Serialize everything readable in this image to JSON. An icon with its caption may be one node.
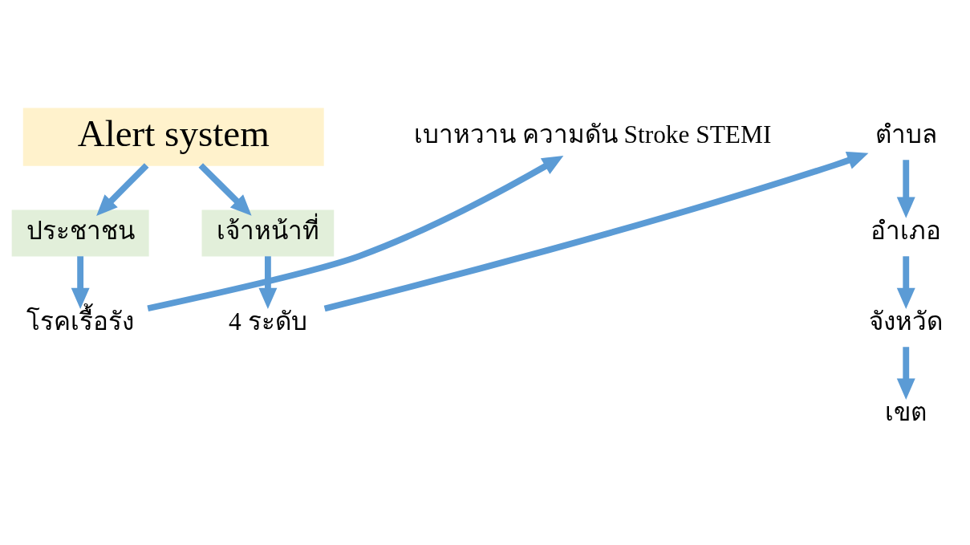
{
  "diagram": {
    "nodes": [
      {
        "text": [
          "Alert system"
        ]
      },
      {
        "text": [
          "ประชาชน"
        ]
      },
      {
        "text": [
          "เจ้าหน้าที่"
        ]
      },
      {
        "text": [
          "โรคเรื้อรัง"
        ]
      },
      {
        "text": [
          "เบาหวาน ความดัน Stroke STEMI"
        ]
      },
      {
        "text": [
          "4 ระดับ"
        ]
      },
      {
        "text": [
          "ตำบล"
        ]
      },
      {
        "text": [
          "อำเภอ"
        ]
      },
      {
        "text": [
          "จังหวัด"
        ]
      },
      {
        "text": [
          "เขต"
        ]
      }
    ],
    "edges": [
      {
        "from": 0,
        "to": 1,
        "arrow": "to"
      },
      {
        "from": 0,
        "to": 2,
        "arrow": "to"
      },
      {
        "from": 1,
        "to": 3,
        "arrow": "to"
      },
      {
        "from": 3,
        "to": 4,
        "arrow": "to"
      },
      {
        "from": 2,
        "to": 5,
        "arrow": "to"
      },
      {
        "from": 5,
        "to": 6,
        "arrow": "to"
      },
      {
        "from": 6,
        "to": 7,
        "arrow": "to"
      },
      {
        "from": 7,
        "to": 8,
        "arrow": "to"
      },
      {
        "from": 8,
        "to": 9,
        "arrow": "to"
      }
    ]
  }
}
